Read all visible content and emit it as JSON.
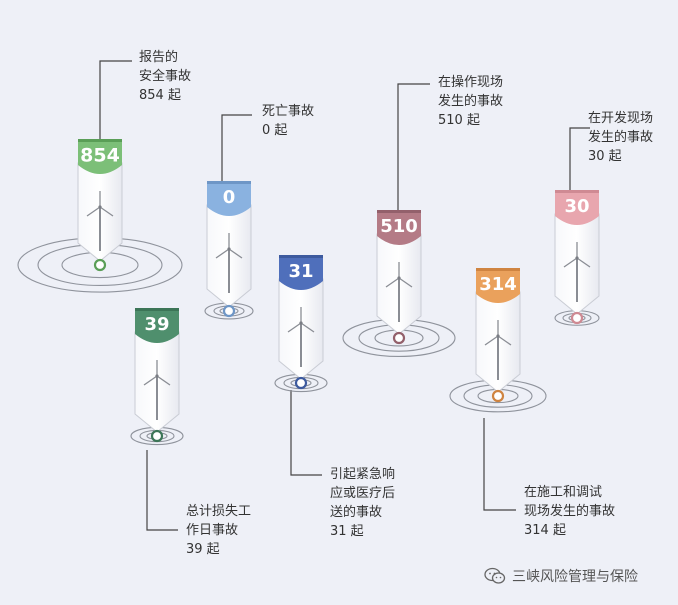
{
  "items": [
    {
      "value": "854",
      "lines": [
        "报告的",
        "安全事故",
        "854 起"
      ],
      "color": "#7cbf78",
      "dark": "#5a9e57"
    },
    {
      "value": "0",
      "lines": [
        "死亡事故",
        "0 起"
      ],
      "color": "#8ab2e0",
      "dark": "#6e96c6"
    },
    {
      "value": "510",
      "lines": [
        "在操作现场",
        "发生的事故",
        "510 起"
      ],
      "color": "#b47b86",
      "dark": "#93606b"
    },
    {
      "value": "30",
      "lines": [
        "在开发现场",
        "发生的事故",
        "30 起"
      ],
      "color": "#e8a6ae",
      "dark": "#cf8a93"
    },
    {
      "value": "39",
      "lines": [
        "总计损失工",
        "作日事故",
        "39 起"
      ],
      "color": "#4f8f6d",
      "dark": "#3c7557"
    },
    {
      "value": "31",
      "lines": [
        "引起紧急响",
        "应或医疗后",
        "送的事故",
        "31 起"
      ],
      "color": "#4f6fbb",
      "dark": "#3d5a9e"
    },
    {
      "value": "314",
      "lines": [
        "在施工和调试",
        "现场发生的事故",
        "314 起"
      ],
      "color": "#eaa15c",
      "dark": "#cf8441"
    }
  ],
  "watermark": {
    "text": "三峡风险管理与保险",
    "icon": "wechat-icon"
  }
}
